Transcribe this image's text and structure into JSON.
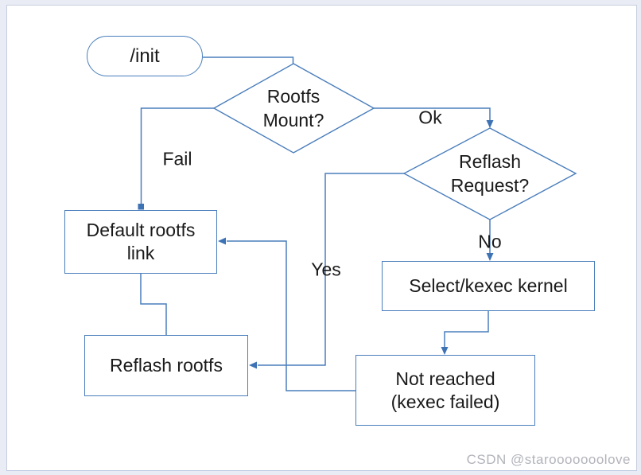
{
  "page": {
    "watermark": "CSDN @starooooooolove",
    "colors": {
      "line": "#4a7ebc",
      "arrow": "#3d72b4",
      "node_border": "#4a7ebc",
      "background": "#e9ebf5",
      "panel": "#ffffff",
      "panel_border": "#c7cddd",
      "text": "#1a1a1a",
      "watermark": "#b2b4ba"
    }
  },
  "nodes": {
    "init": {
      "type": "start",
      "label": "/init"
    },
    "rootfs_mount": {
      "type": "decision",
      "lines": [
        "Rootfs",
        "Mount?"
      ]
    },
    "reflash_request": {
      "type": "decision",
      "lines": [
        "Reflash",
        "Request?"
      ]
    },
    "default_rootfs_link": {
      "type": "process",
      "lines": [
        "Default rootfs",
        "link"
      ]
    },
    "reflash_rootfs": {
      "type": "process",
      "label": "Reflash rootfs"
    },
    "select_kexec_kernel": {
      "type": "process",
      "label": "Select/kexec kernel"
    },
    "not_reached": {
      "type": "process",
      "lines": [
        "Not reached",
        "(kexec failed)"
      ]
    }
  },
  "edges": [
    {
      "from": "init",
      "to": "rootfs_mount",
      "label": ""
    },
    {
      "from": "rootfs_mount",
      "to": "default_rootfs_link",
      "label": "Fail"
    },
    {
      "from": "rootfs_mount",
      "to": "reflash_request",
      "label": "Ok"
    },
    {
      "from": "reflash_request",
      "to": "select_kexec_kernel",
      "label": "No"
    },
    {
      "from": "reflash_request",
      "to": "reflash_rootfs",
      "label": "Yes"
    },
    {
      "from": "select_kexec_kernel",
      "to": "not_reached",
      "label": ""
    },
    {
      "from": "not_reached",
      "to": "default_rootfs_link",
      "label": ""
    },
    {
      "from": "default_rootfs_link",
      "to": "reflash_rootfs",
      "label": ""
    }
  ]
}
